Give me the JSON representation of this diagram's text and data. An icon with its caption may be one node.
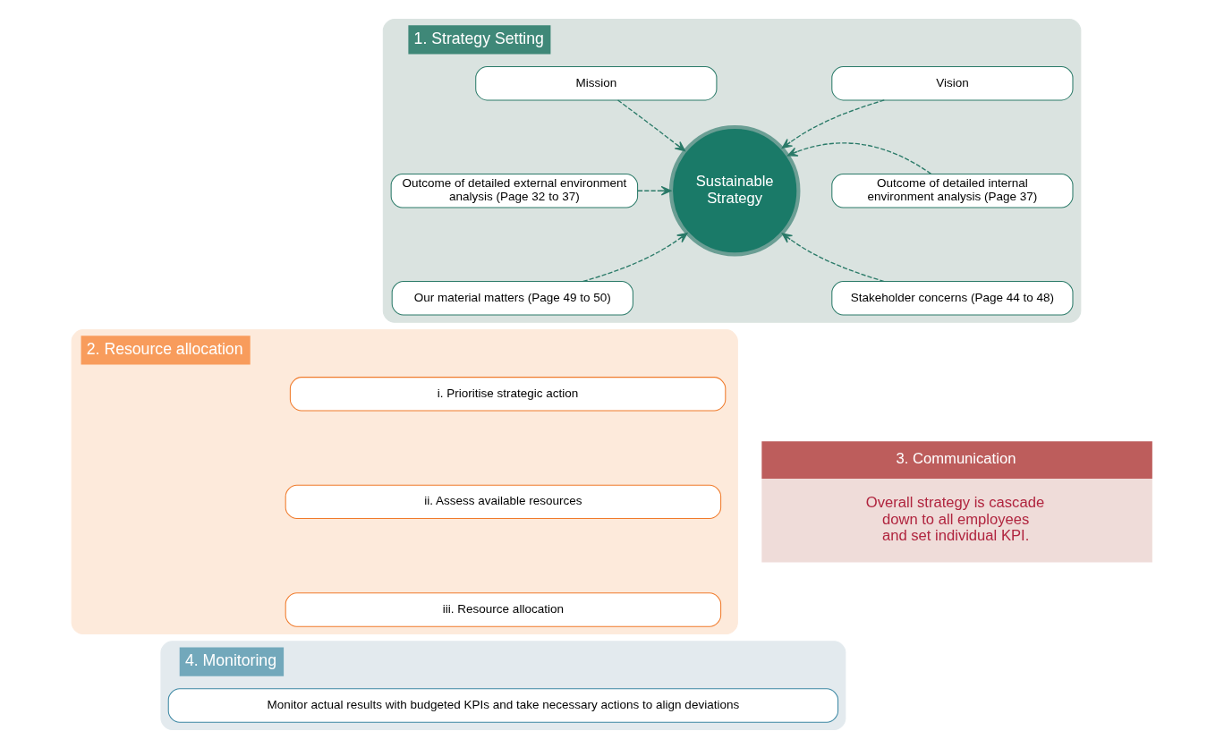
{
  "diagram": {
    "nodes": [
      {
        "text": [
          "1. Strategy Setting"
        ]
      },
      {
        "text": [
          "Mission"
        ],
        "in": 0
      },
      {
        "text": [
          "Outcome of detailed external environment analysis (Page 32 to 37)"
        ],
        "in": 0
      },
      {
        "text": [
          "Our material matters (Page 49 to 50)"
        ],
        "in": 0
      },
      {
        "text": [
          "Sustainable Strategy"
        ],
        "in": 0
      },
      {
        "text": [
          "Vision"
        ],
        "in": 0
      },
      {
        "text": [
          "Outcome of detailed internal environment analysis (Page 37)"
        ],
        "in": 0
      },
      {
        "text": [
          "Stakeholder concerns (Page 44 to 48)"
        ],
        "in": 0
      },
      {
        "text": [
          "2. Resource allocation"
        ]
      },
      {
        "text": [
          "i. Prioritise strategic action"
        ],
        "in": 8
      },
      {
        "text": [
          "ii. Assess available resources"
        ],
        "in": 8
      },
      {
        "text": [
          "iii. Resource allocation"
        ],
        "in": 8
      },
      {
        "text": [
          "3. Communication",
          "Overall strategy is cascade down to all employees and set individual KPI."
        ]
      },
      {
        "text": [
          "4. Monitoring"
        ]
      },
      {
        "text": [
          "Monitor actual results with budgeted KPIs and take necessary actions to align deviations"
        ],
        "in": 13
      }
    ],
    "edges": [
      {
        "from": 1,
        "to": 4,
        "arrow": "to",
        "style": "dashed"
      },
      {
        "from": 2,
        "to": 4,
        "arrow": "to",
        "style": "dashed"
      },
      {
        "from": 3,
        "to": 4,
        "arrow": "to",
        "style": "dashed"
      },
      {
        "from": 5,
        "to": 4,
        "arrow": "to",
        "style": "dashed"
      },
      {
        "from": 6,
        "to": 4,
        "arrow": "to",
        "style": "dashed"
      },
      {
        "from": 7,
        "to": 4,
        "arrow": "to",
        "style": "dashed"
      }
    ]
  }
}
